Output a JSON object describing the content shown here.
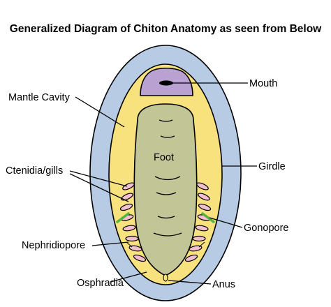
{
  "title": "Generalized Diagram of Chiton Anatomy as seen from Below",
  "labels": {
    "mouth": "Mouth",
    "mantle_cavity": "Mantle Cavity",
    "foot": "Foot",
    "ctenidia": "Ctenidia/gills",
    "girdle": "Girdle",
    "gonopore": "Gonopore",
    "nephridiopore": "Nephridiopore",
    "osphradia": "Osphradia",
    "anus": "Anus"
  },
  "colors": {
    "girdle": "#b7cbe4",
    "mantle": "#f8e27e",
    "foot": "#c2c596",
    "mouth": "#b9a2d1",
    "gills": "#f1bfcf",
    "gonopore": "#53b53c",
    "nephridiopore": "#f0e060"
  }
}
